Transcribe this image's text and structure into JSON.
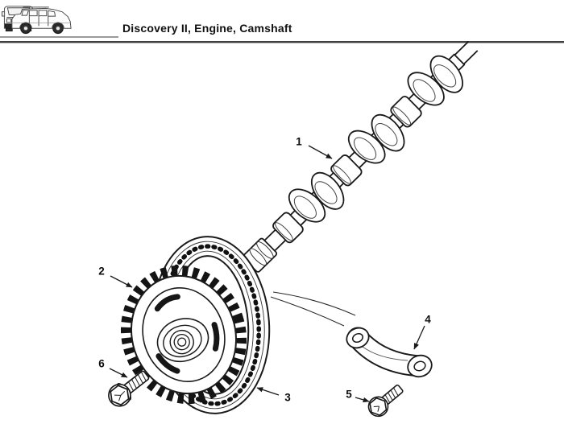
{
  "header": {
    "title": "Discovery II, Engine, Camshaft",
    "icons": [
      {
        "name": "discovery-side-view-icon"
      },
      {
        "name": "discovery-front-view-icon"
      }
    ]
  },
  "diagram": {
    "type": "exploded-parts-illustration",
    "line_color": "#1a1a1a",
    "background": "#ffffff",
    "callouts": [
      {
        "label": "1"
      },
      {
        "label": "2"
      },
      {
        "label": "3"
      },
      {
        "label": "4"
      },
      {
        "label": "5"
      },
      {
        "label": "6"
      }
    ]
  }
}
